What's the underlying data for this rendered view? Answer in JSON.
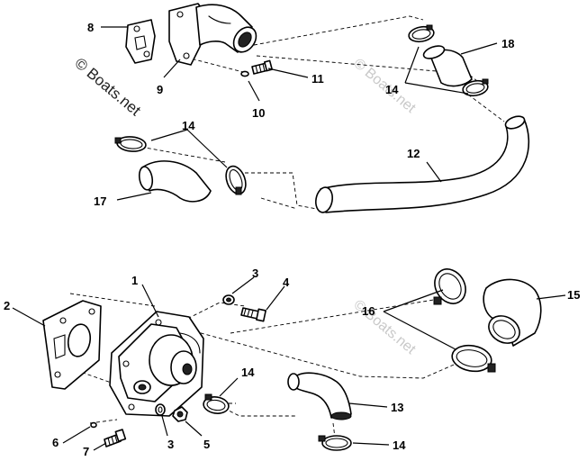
{
  "watermark": {
    "main": "© Boats.net",
    "faint_1": "© Boats.net",
    "faint_2": "© Boats.net"
  },
  "callouts": {
    "c8": "8",
    "c9": "9",
    "c10": "10",
    "c11": "11",
    "c12": "12",
    "c14_a": "14",
    "c14_b": "14",
    "c14_c": "14",
    "c14_d": "14",
    "c17": "17",
    "c18": "18",
    "c1": "1",
    "c2": "2",
    "c3_a": "3",
    "c3_b": "3",
    "c4": "4",
    "c5": "5",
    "c6": "6",
    "c7": "7",
    "c13": "13",
    "c15": "15",
    "c16": "16"
  }
}
